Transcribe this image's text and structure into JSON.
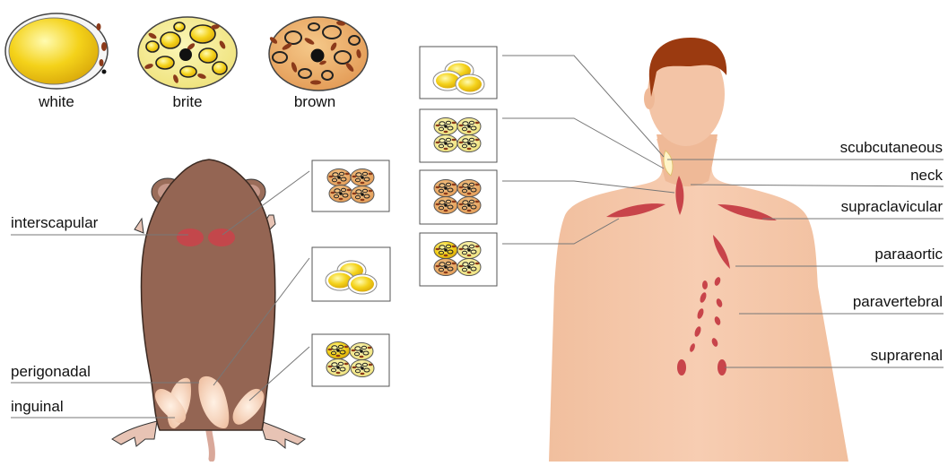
{
  "cell_types": [
    {
      "label": "white"
    },
    {
      "label": "brite"
    },
    {
      "label": "brown"
    }
  ],
  "mouse_labels": {
    "interscapular": "interscapular",
    "perigonadal": "perigonadal",
    "inguinal": "inguinal"
  },
  "human_labels": {
    "subcutaneous": "scubcutaneous",
    "neck": "neck",
    "supraclavicular": "supraclavicular",
    "paraaortic": "paraaortic",
    "paravertebral": "paravertebral",
    "suprarenal": "suprarenal"
  },
  "colors": {
    "white_fat": "#f4d21a",
    "brite_bg": "#f6ee90",
    "brown_bg": "#eeb06a",
    "depot_red": "#c8444a",
    "mouse_fur": "#946553",
    "human_skin": "#f5c7aa",
    "hair": "#9b3a10"
  }
}
